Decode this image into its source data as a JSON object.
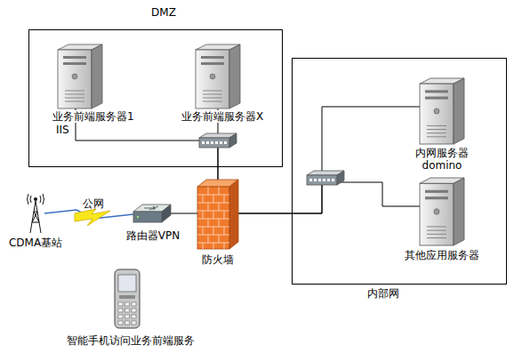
{
  "diagram": {
    "nodes": [
      {
        "text": [
          "DMZ"
        ]
      },
      {
        "text": [
          "业务前端服务器1",
          "IIS"
        ],
        "in": 0
      },
      {
        "text": [
          "业务前端服务器X"
        ],
        "in": 0
      },
      {
        "text": [
          "内部网"
        ]
      },
      {
        "text": [
          "内网服务器",
          "domino"
        ],
        "in": 3
      },
      {
        "text": [
          "其他应用服务器"
        ],
        "in": 3
      },
      {
        "text": [
          "防火墙"
        ]
      },
      {
        "text": [
          "路由器VPN"
        ]
      },
      {
        "text": [
          "CDMA基站"
        ]
      },
      {
        "text": [
          "智能手机访问业务前端服务"
        ]
      }
    ],
    "edges": [
      {
        "from": 1,
        "to": 6,
        "arrow": "none"
      },
      {
        "from": 2,
        "to": 6,
        "arrow": "none"
      },
      {
        "from": 6,
        "to": 4,
        "arrow": "none"
      },
      {
        "from": 6,
        "to": 5,
        "arrow": "none"
      },
      {
        "from": 7,
        "to": 6,
        "arrow": "none"
      },
      {
        "from": 8,
        "to": 7,
        "label": "公网",
        "arrow": "none"
      }
    ]
  }
}
